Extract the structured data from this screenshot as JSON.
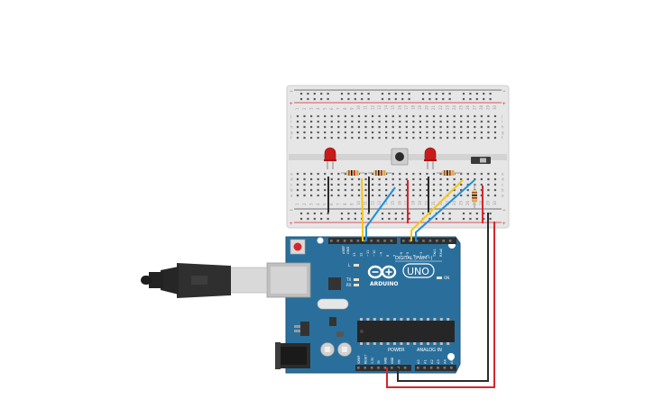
{
  "canvas": {
    "background": "#ffffff"
  },
  "breadboard": {
    "name": "breadboard",
    "columns": 30,
    "row_letters_top": [
      "j",
      "i",
      "h",
      "g",
      "f"
    ],
    "row_letters_bottom": [
      "e",
      "d",
      "c",
      "b",
      "a"
    ],
    "rail_plus": "+",
    "rail_minus": "−"
  },
  "arduino": {
    "brand": "ARDUINO",
    "model": "UNO",
    "digital_label": "DIGITAL (PWM~)",
    "power_label": "POWER",
    "analog_label": "ANALOG IN",
    "tx_label": "TX",
    "rx_label": "RX",
    "l_label": "L",
    "on_label": "ON",
    "aref_label": "AREF",
    "gnd_label": "GND",
    "top_pins": [
      "13",
      "12",
      "~11",
      "~10",
      "~9",
      "8",
      "7",
      "~6",
      "~5",
      "4",
      "~3",
      "2",
      "TX▸1",
      "RX◂0"
    ],
    "power_pins": [
      "IOREF",
      "RESET",
      "3.3V",
      "5V",
      "GND",
      "GND",
      "Vin"
    ],
    "analog_pins": [
      "A0",
      "A1",
      "A2",
      "A3",
      "A4",
      "A5"
    ],
    "colors": {
      "board": "#2a6f9b",
      "header": "#2e2e2e"
    }
  },
  "usb_cable": {
    "name": "usb-b-cable"
  },
  "wires": {
    "yellow": "#f2c81a",
    "blue": "#1f8fd6",
    "red": "#d6262b",
    "black": "#2b2b2b"
  }
}
